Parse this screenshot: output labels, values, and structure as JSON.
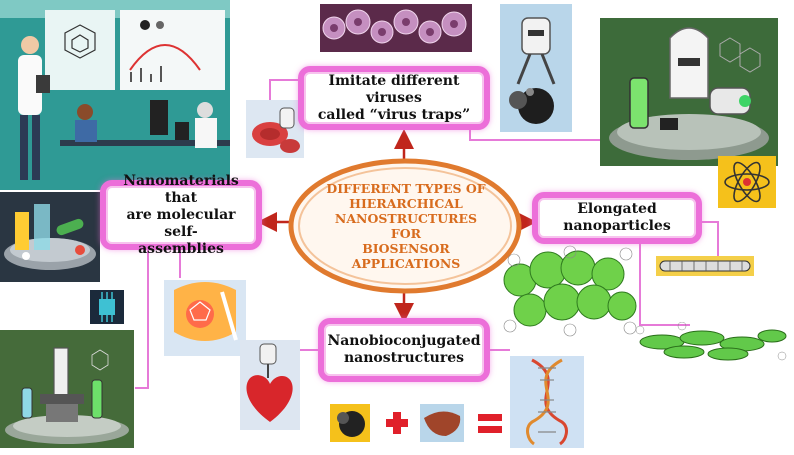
{
  "center": {
    "line1": "DIFFERENT TYPES OF",
    "line2": "HIERARCHICAL",
    "line3": "NANOSTRUCTURES FOR",
    "line4": "BIOSENSOR",
    "line5": "APPLICATIONS"
  },
  "boxes": {
    "top": {
      "line1": "Imitate different viruses",
      "line2": "called “virus traps”"
    },
    "left": {
      "line1": "Nanomaterials that",
      "line2": "are molecular self-",
      "line3": "assemblies"
    },
    "right": {
      "line1": "Elongated",
      "line2": "nanoparticles"
    },
    "bottom": {
      "line1": "Nanobioconjugated",
      "line2": "nanostructures"
    }
  },
  "colors": {
    "box_border": "#ec6fd9",
    "ellipse_border": "#e07a2e",
    "center_text": "#d86c1e",
    "arrow": "#c0261c",
    "connector": "#e67ad8",
    "plus_equals": "#e0202a"
  },
  "icons": [
    "scientist-lab-icon",
    "virus-cells-icon",
    "robot-probe-icon",
    "nanobot-capsule-icon",
    "atom-icon",
    "nanotube-icon",
    "green-nanoparticles-icon",
    "microscope-icon",
    "chip-icon",
    "heart-nanobot-icon",
    "dna-icon",
    "nanoparticle-icon",
    "liver-icon"
  ]
}
